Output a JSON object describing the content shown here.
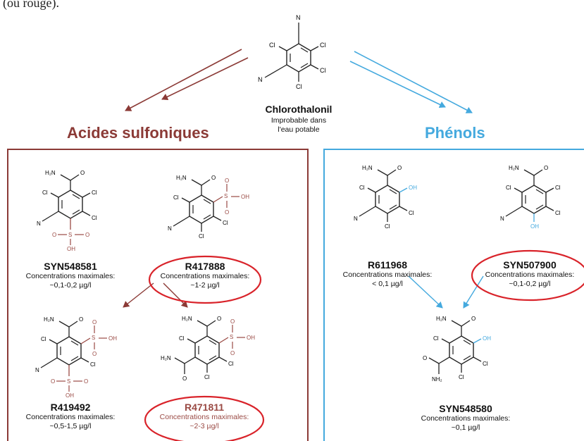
{
  "top_fragment": "(ou rouge).",
  "center": {
    "name": "Chlorothalonil",
    "note": "Improbable dans\nl'eau potable"
  },
  "groups": {
    "left": "Acides sulfoniques",
    "right": "Phénols"
  },
  "atoms": {
    "cl": "Cl",
    "n": "N",
    "h2n": "H₂N",
    "nh2": "NH₂",
    "o": "O",
    "s": "S",
    "oh": "OH"
  },
  "compounds": [
    {
      "id": "SYN548581",
      "label": "Concentrations maximales:",
      "value": "~0,1-0,2 µg/l"
    },
    {
      "id": "R417888",
      "label": "Concentrations maximales:",
      "value": "~1-2 µg/l"
    },
    {
      "id": "R419492",
      "label": "Concentrations maximales:",
      "value": "~0,5-1,5 µg/l"
    },
    {
      "id": "R471811",
      "label": "Concentrations maximales:",
      "value": "~2-3 µg/l"
    },
    {
      "id": "R611968",
      "label": "Concentrations maximales:",
      "value": "< 0,1 µg/l"
    },
    {
      "id": "SYN507900",
      "label": "Concentrations maximales:",
      "value": "~0,1-0,2 µg/l"
    },
    {
      "id": "SYN548580",
      "label": "Concentrations maximales:",
      "value": "~0,1 µg/l"
    }
  ],
  "colors": {
    "left_accent": "#8b3a36",
    "right_accent": "#44a9de",
    "highlight": "#d9232a",
    "red_text": "#9a4a44"
  }
}
